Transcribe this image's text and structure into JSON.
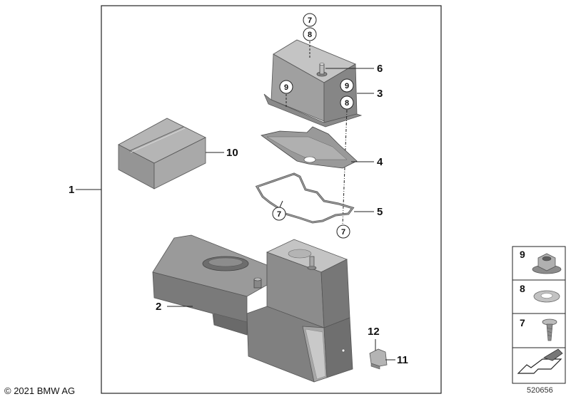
{
  "callouts": {
    "c1": "1",
    "c2": "2",
    "c3": "3",
    "c4": "4",
    "c5": "5",
    "c6": "6",
    "c10": "10",
    "c11": "11",
    "c12": "12"
  },
  "circled": {
    "top7": "7",
    "top8": "8",
    "left9": "9",
    "right9": "9",
    "right8": "8",
    "gasket7a": "7",
    "gasket7b": "7"
  },
  "side_parts": [
    {
      "number": "9",
      "icon": "hex-flange-nut-icon"
    },
    {
      "number": "8",
      "icon": "washer-icon"
    },
    {
      "number": "7",
      "icon": "screw-icon"
    }
  ],
  "footer": {
    "copyright": "© 2021 BMW AG",
    "doc_number": "520656"
  }
}
